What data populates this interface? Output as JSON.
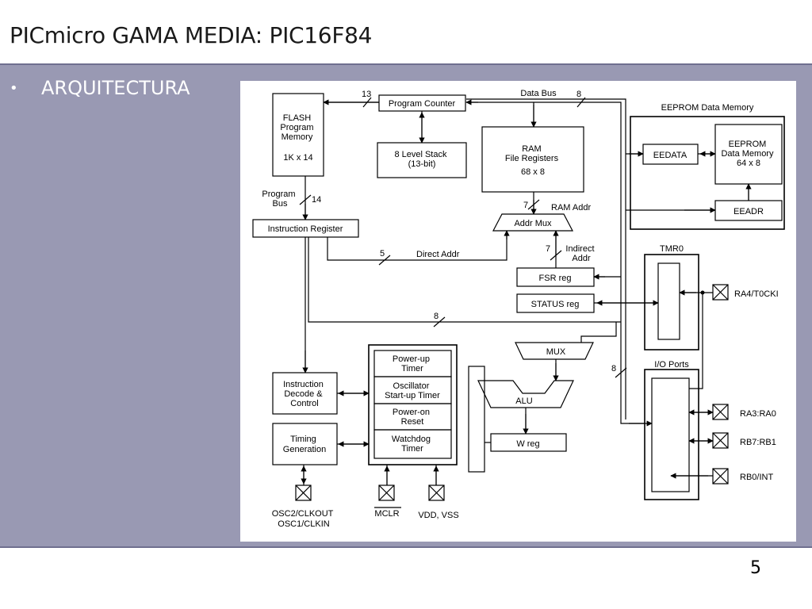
{
  "slide": {
    "title": "PICmicro GAMA MEDIA: PIC16F84",
    "bullet": "ARQUITECTURA",
    "page_number": "5"
  },
  "diagram": {
    "flash": [
      "FLASH",
      "Program",
      "Memory",
      "1K x 14"
    ],
    "program_counter": "Program Counter",
    "stack": [
      "8 Level Stack",
      "(13-bit)"
    ],
    "ram": [
      "RAM",
      "File Registers",
      "68 x 8"
    ],
    "data_bus": "Data Bus",
    "eeprom_title": "EEPROM Data Memory",
    "eedata": "EEDATA",
    "eeprom_inner": [
      "EEPROM",
      "Data Memory",
      "64 x 8"
    ],
    "eeadr": "EEADR",
    "program_bus": [
      "Program",
      "Bus"
    ],
    "instruction_register": "Instruction Register",
    "ram_addr": "RAM Addr",
    "addr_mux": "Addr Mux",
    "direct_addr": "Direct Addr",
    "indirect_addr": [
      "Indirect",
      "Addr"
    ],
    "fsr_reg": "FSR reg",
    "status_reg": "STATUS reg",
    "tmr0": "TMR0",
    "ra4_pin": "RA4/T0CKI",
    "mux": "MUX",
    "alu": "ALU",
    "w_reg": "W reg",
    "io_ports": "I/O Ports",
    "ra_pins": "RA3:RA0",
    "rb_pins": "RB7:RB1",
    "rb0_pin": "RB0/INT",
    "instr_decode": [
      "Instruction",
      "Decode &",
      "Control"
    ],
    "timing": [
      "Timing",
      "Generation"
    ],
    "power_up": [
      "Power-up",
      "Timer"
    ],
    "oscillator": [
      "Oscillator",
      "Start-up Timer"
    ],
    "power_on": [
      "Power-on",
      "Reset"
    ],
    "watchdog": [
      "Watchdog",
      "Timer"
    ],
    "osc_pins": [
      "OSC2/CLKOUT",
      "OSC1/CLKIN"
    ],
    "mclr": "MCLR",
    "vdd_vss": "VDD, VSS",
    "bus_widths": {
      "pc": "13",
      "data_bus": "8",
      "program_bus": "14",
      "ram_addr": "7",
      "direct_addr": "5",
      "indirect_addr": "7",
      "ir_to_mux": "8",
      "io": "8"
    }
  }
}
